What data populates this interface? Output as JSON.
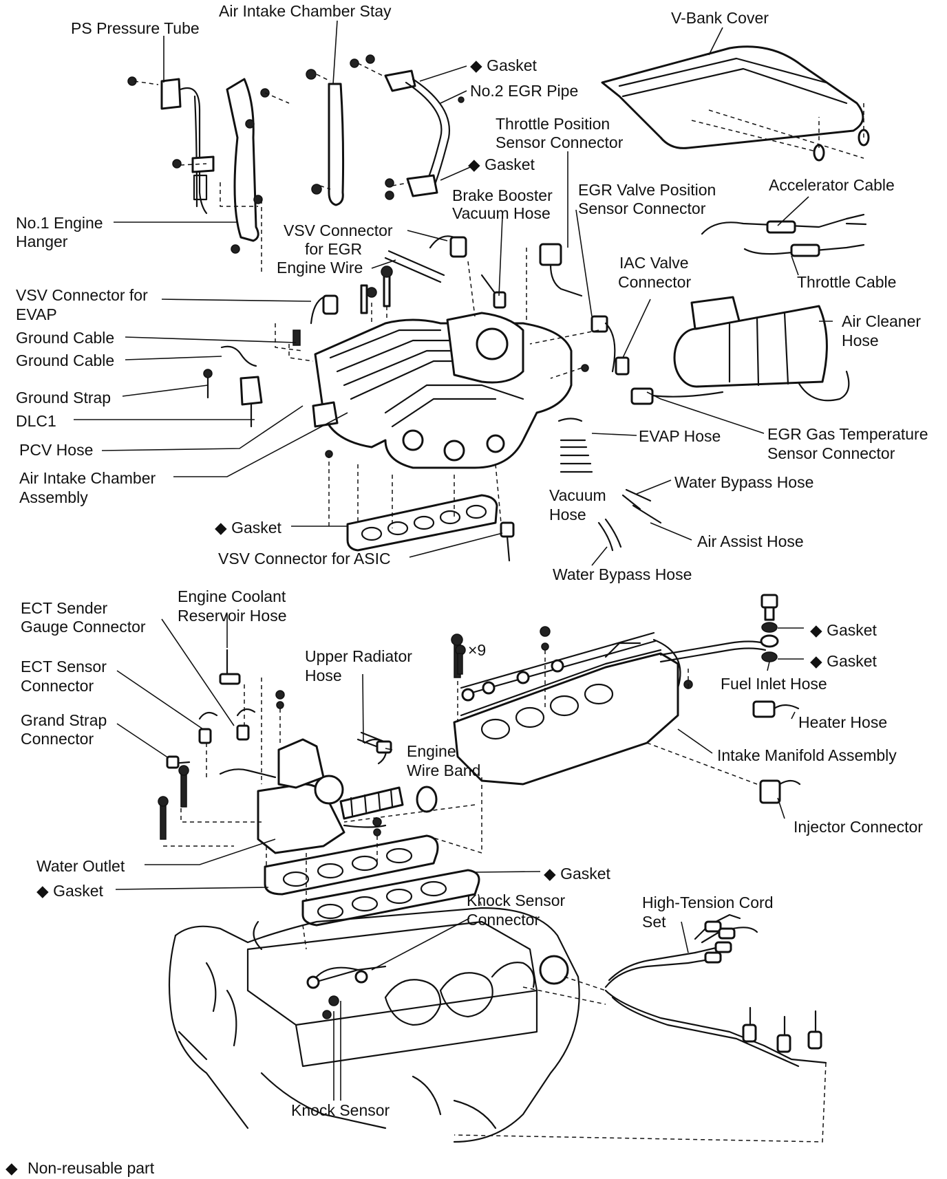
{
  "legend": {
    "symbol": "◆",
    "text": "Non-reusable part"
  },
  "labels": {
    "ps_pressure_tube": "PS Pressure Tube",
    "air_intake_chamber_stay": "Air Intake Chamber Stay",
    "v_bank_cover": "V-Bank Cover",
    "gasket_top": "◆ Gasket",
    "no2_egr_pipe": "No.2 EGR Pipe",
    "tps_connector_1": "Throttle Position",
    "tps_connector_2": "Sensor Connector",
    "gasket_egr2": "◆ Gasket",
    "brake_booster_1": "Brake Booster",
    "brake_booster_2": "Vacuum Hose",
    "egr_valve_pos_1": "EGR Valve Position",
    "egr_valve_pos_2": "Sensor Connector",
    "accelerator_cable": "Accelerator Cable",
    "no1_engine_hanger_1": "No.1 Engine",
    "no1_engine_hanger_2": "Hanger",
    "vsv_egr_1": "VSV Connector",
    "vsv_egr_2": "for EGR",
    "engine_wire": "Engine Wire",
    "iac_valve_1": "IAC Valve",
    "iac_valve_2": "Connector",
    "throttle_cable": "Throttle Cable",
    "vsv_evap_1": "VSV Connector for",
    "vsv_evap_2": "EVAP",
    "air_cleaner_hose_1": "Air Cleaner",
    "air_cleaner_hose_2": "Hose",
    "ground_cable_1": "Ground Cable",
    "ground_cable_2": "Ground Cable",
    "ground_strap": "Ground Strap",
    "dlc1": "DLC1",
    "pcv_hose": "PCV Hose",
    "air_intake_chamber_1": "Air Intake Chamber",
    "air_intake_chamber_2": "Assembly",
    "egr_gas_temp_1": "EGR Gas Temperature",
    "egr_gas_temp_2": "Sensor Connector",
    "evap_hose": "EVAP Hose",
    "water_bypass_hose_1": "Water Bypass Hose",
    "vacuum_hose_1": "Vacuum",
    "vacuum_hose_2": "Hose",
    "gasket_chamber": "◆ Gasket",
    "air_assist_hose": "Air Assist Hose",
    "vsv_asic": "VSV Connector for ASIC",
    "water_bypass_hose_2": "Water Bypass Hose",
    "ect_sender_1": "ECT Sender",
    "ect_sender_2": "Gauge Connector",
    "engine_coolant_1": "Engine Coolant",
    "engine_coolant_2": "Reservoir Hose",
    "bolt_count": "×9",
    "gasket_fuel_1": "◆ Gasket",
    "gasket_fuel_2": "◆ Gasket",
    "upper_radiator_1": "Upper Radiator",
    "upper_radiator_2": "Hose",
    "ect_sensor_1": "ECT Sensor",
    "ect_sensor_2": "Connector",
    "fuel_inlet_hose": "Fuel Inlet Hose",
    "grand_strap_1": "Grand Strap",
    "grand_strap_2": "Connector",
    "heater_hose": "Heater Hose",
    "engine_wire_band_1": "Engine",
    "engine_wire_band_2": "Wire Band",
    "intake_manifold": "Intake Manifold Assembly",
    "injector_connector": "Injector Connector",
    "water_outlet": "Water Outlet",
    "gasket_manifold": "◆ Gasket",
    "gasket_outlet": "◆ Gasket",
    "knock_sensor_conn_1": "Knock Sensor",
    "knock_sensor_conn_2": "Connector",
    "high_tension_1": "High-Tension Cord",
    "high_tension_2": "Set",
    "knock_sensor": "Knock Sensor"
  }
}
